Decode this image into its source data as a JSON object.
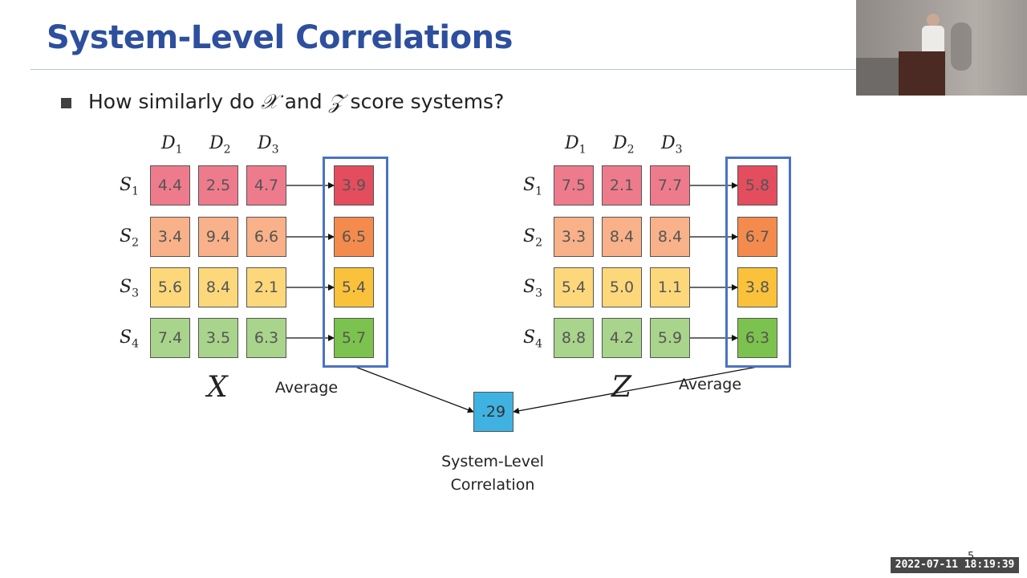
{
  "slide": {
    "title": "System-Level Correlations",
    "bullet_prefix": "How similarly do ",
    "bullet_x": "𝒳",
    "bullet_and": " and ",
    "bullet_z": "𝒵",
    "bullet_suffix": " score systems?",
    "page_number": "5"
  },
  "timestamp": "2022-07-11  18:19:39",
  "labels": {
    "doc_prefix": "D",
    "sys_prefix": "S",
    "average": "Average",
    "correlation_line1": "System-Level",
    "correlation_line2": "Correlation",
    "correlation_value": ".29"
  },
  "colors": {
    "row1": "#ee7b8c",
    "row2": "#f8b188",
    "row3": "#fcd87b",
    "row4": "#a8d48b",
    "avg1": "#e34d5e",
    "avg2": "#f48b4c",
    "avg3": "#f9c23a",
    "avg4": "#7cc24e",
    "correlation": "#3fb2e2",
    "highlight_box": "#4a73c2",
    "title": "#2d4f9e"
  },
  "matrices": [
    {
      "name": "X",
      "docs": [
        "1",
        "2",
        "3"
      ],
      "systems": [
        "1",
        "2",
        "3",
        "4"
      ],
      "rows": [
        [
          "4.4",
          "2.5",
          "4.7"
        ],
        [
          "3.4",
          "9.4",
          "6.6"
        ],
        [
          "5.6",
          "8.4",
          "2.1"
        ],
        [
          "7.4",
          "3.5",
          "6.3"
        ]
      ],
      "averages": [
        "3.9",
        "6.5",
        "5.4",
        "5.7"
      ]
    },
    {
      "name": "Z",
      "docs": [
        "1",
        "2",
        "3"
      ],
      "systems": [
        "1",
        "2",
        "3",
        "4"
      ],
      "rows": [
        [
          "7.5",
          "2.1",
          "7.7"
        ],
        [
          "3.3",
          "8.4",
          "8.4"
        ],
        [
          "5.4",
          "5.0",
          "1.1"
        ],
        [
          "8.8",
          "4.2",
          "5.9"
        ]
      ],
      "averages": [
        "5.8",
        "6.7",
        "3.8",
        "6.3"
      ]
    }
  ]
}
